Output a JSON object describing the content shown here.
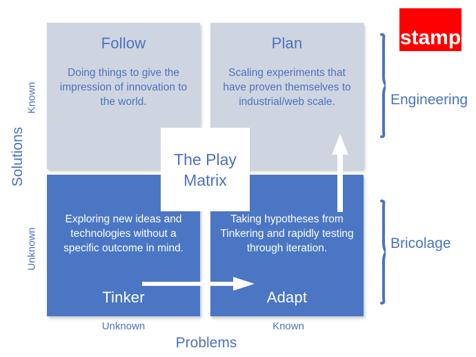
{
  "title": "The Play Matrix",
  "colors": {
    "accent_blue": "#4a72c0",
    "quadrant_blue": "#4a76c4",
    "quadrant_grey": "#ced5e0",
    "stamp_red": "#ff0000",
    "white": "#ffffff"
  },
  "center": {
    "text": "The Play\nMatrix"
  },
  "axes": {
    "y_title": "Solutions",
    "y_top_tick": "Known",
    "y_bottom_tick": "Unknown",
    "x_title": "Problems",
    "x_left_tick": "Unknown",
    "x_right_tick": "Known"
  },
  "quadrants": [
    {
      "key": "follow",
      "title": "Follow",
      "body": "Doing things to give the impression of innovation to the world.",
      "fill": "#ced5e0",
      "text_color": "#4a72c0",
      "solutions": "Known",
      "problems": "Unknown"
    },
    {
      "key": "plan",
      "title": "Plan",
      "body": "Scaling experiments that have proven themselves to industrial/web scale.",
      "fill": "#ced5e0",
      "text_color": "#4a72c0",
      "solutions": "Known",
      "problems": "Known"
    },
    {
      "key": "tinker",
      "title": "Tinker",
      "body": "Exploring new ideas and technologies without a specific outcome in mind.",
      "fill": "#4a76c4",
      "text_color": "#ffffff",
      "solutions": "Unknown",
      "problems": "Unknown"
    },
    {
      "key": "adapt",
      "title": "Adapt",
      "body": "Taking hypotheses from Tinkering and rapidly testing through iteration.",
      "fill": "#4a76c4",
      "text_color": "#ffffff",
      "solutions": "Unknown",
      "problems": "Known"
    }
  ],
  "groups": [
    {
      "key": "engineering",
      "label": "Engineering",
      "spans": "top-row"
    },
    {
      "key": "bricolage",
      "label": "Bricolage",
      "spans": "bottom-row"
    }
  ],
  "arrows": [
    {
      "key": "tinker-to-adapt",
      "direction": "right",
      "color": "#ffffff"
    },
    {
      "key": "adapt-to-plan",
      "direction": "up",
      "color": "#ffffff"
    }
  ],
  "logo": {
    "text": "stamp",
    "background": "#ff0000",
    "text_color": "#ffffff",
    "shape": "postage-stamp"
  }
}
